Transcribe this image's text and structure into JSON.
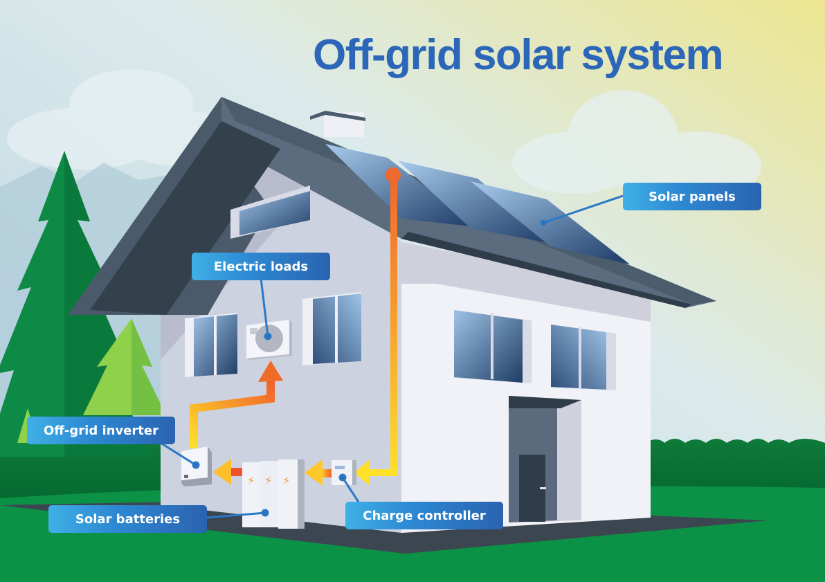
{
  "title": "Off-grid solar system",
  "callouts": {
    "solar_panels": "Solar panels",
    "electric_loads": "Electric loads",
    "off_grid_inverter": "Off-grid inverter",
    "solar_batteries": "Solar batteries",
    "charge_controller": "Charge controller"
  },
  "flow": [
    "Solar panels",
    "Charge controller",
    "Solar batteries",
    "Off-grid inverter",
    "Electric loads"
  ],
  "colors": {
    "title": "#2b66b8",
    "callout_start": "#3fb0e6",
    "callout_end": "#2a63b0",
    "roof": "#4a5a6a",
    "wall": "#f1f2f8",
    "grass": "#0a8f45",
    "flow_start": "#ffe02a",
    "flow_end": "#f06a2a"
  }
}
